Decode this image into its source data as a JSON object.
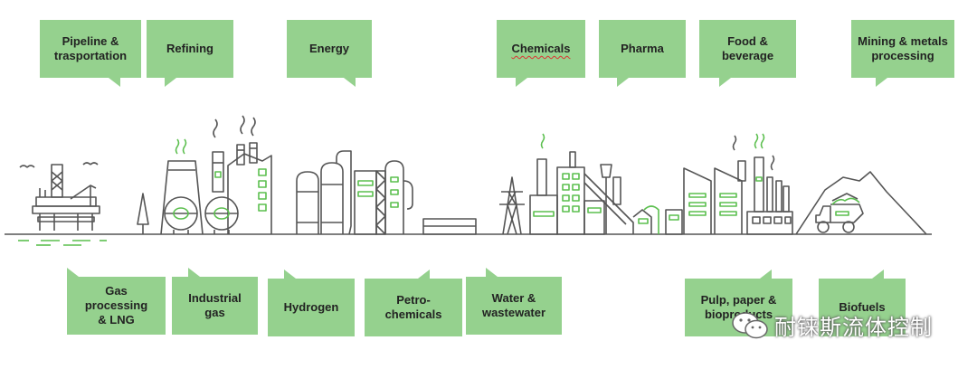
{
  "tags_top": [
    {
      "id": "pipeline",
      "lines": [
        "Pipeline &",
        "trasportation"
      ]
    },
    {
      "id": "refining",
      "lines": [
        "Refining"
      ]
    },
    {
      "id": "energy",
      "lines": [
        "Energy"
      ]
    },
    {
      "id": "chemicals",
      "lines": [
        "Chemicals"
      ]
    },
    {
      "id": "pharma",
      "lines": [
        "Pharma"
      ]
    },
    {
      "id": "food",
      "lines": [
        "Food &",
        "beverage"
      ]
    },
    {
      "id": "mining",
      "lines": [
        "Mining & metals",
        "processing"
      ]
    }
  ],
  "tags_bottom": [
    {
      "id": "gas",
      "lines": [
        "Gas processing",
        "& LNG"
      ]
    },
    {
      "id": "industrial-gas",
      "lines": [
        "Industrial",
        "gas"
      ]
    },
    {
      "id": "hydrogen",
      "lines": [
        "Hydrogen"
      ]
    },
    {
      "id": "petro",
      "lines": [
        "Petro-",
        "chemicals"
      ]
    },
    {
      "id": "water",
      "lines": [
        "Water &",
        "wastewater"
      ]
    },
    {
      "id": "pulp",
      "lines": [
        "Pulp, paper &",
        "bioproducts"
      ]
    },
    {
      "id": "biofuels",
      "lines": [
        "Biofuels"
      ]
    }
  ],
  "watermark": {
    "text": "耐铼斯流体控制",
    "icon": "wechat-icon"
  },
  "colors": {
    "tag": "#95d18e",
    "line": "#555555",
    "accent": "#5cbf4f"
  }
}
